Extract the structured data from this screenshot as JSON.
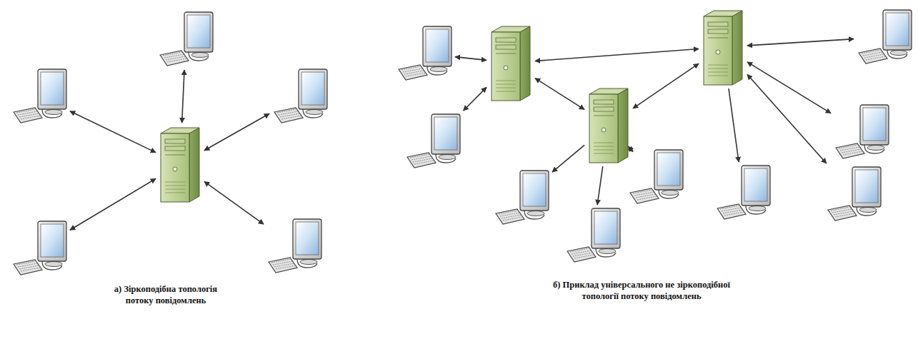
{
  "diagram": {
    "nodes": [
      {
        "text": []
      },
      {
        "text": []
      },
      {
        "text": []
      },
      {
        "text": []
      },
      {
        "text": []
      },
      {
        "text": []
      },
      {
        "text": []
      },
      {
        "text": []
      },
      {
        "text": []
      },
      {
        "text": []
      },
      {
        "text": []
      },
      {
        "text": []
      },
      {
        "text": []
      },
      {
        "text": []
      },
      {
        "text": []
      },
      {
        "text": []
      },
      {
        "text": []
      },
      {
        "text": []
      }
    ],
    "edges": [
      {
        "from": 0,
        "to": 1,
        "arrow": "both"
      },
      {
        "from": 0,
        "to": 2,
        "arrow": "both"
      },
      {
        "from": 0,
        "to": 3,
        "arrow": "both"
      },
      {
        "from": 0,
        "to": 4,
        "arrow": "both"
      },
      {
        "from": 0,
        "to": 5,
        "arrow": "both"
      },
      {
        "from": 7,
        "to": 6,
        "arrow": "both"
      },
      {
        "from": 7,
        "to": 10,
        "arrow": "both"
      },
      {
        "from": 7,
        "to": 8,
        "arrow": "both"
      },
      {
        "from": 7,
        "to": 11,
        "arrow": "both"
      },
      {
        "from": 11,
        "to": 8,
        "arrow": "both"
      },
      {
        "from": 8,
        "to": 9,
        "arrow": "both"
      },
      {
        "from": 8,
        "to": 12,
        "arrow": "both"
      },
      {
        "from": 8,
        "to": 14,
        "arrow": "to"
      },
      {
        "from": 8,
        "to": 15,
        "arrow": "both"
      },
      {
        "from": 11,
        "to": 16,
        "arrow": "to"
      },
      {
        "from": 11,
        "to": 17,
        "arrow": "to"
      },
      {
        "from": 11,
        "to": 13,
        "arrow": "both"
      }
    ],
    "labels": [
      "а) Зіркоподібна топологія потоку повідомлень",
      "б) Приклад універсального не зіркоподібної топології потоку повідомлень"
    ]
  }
}
